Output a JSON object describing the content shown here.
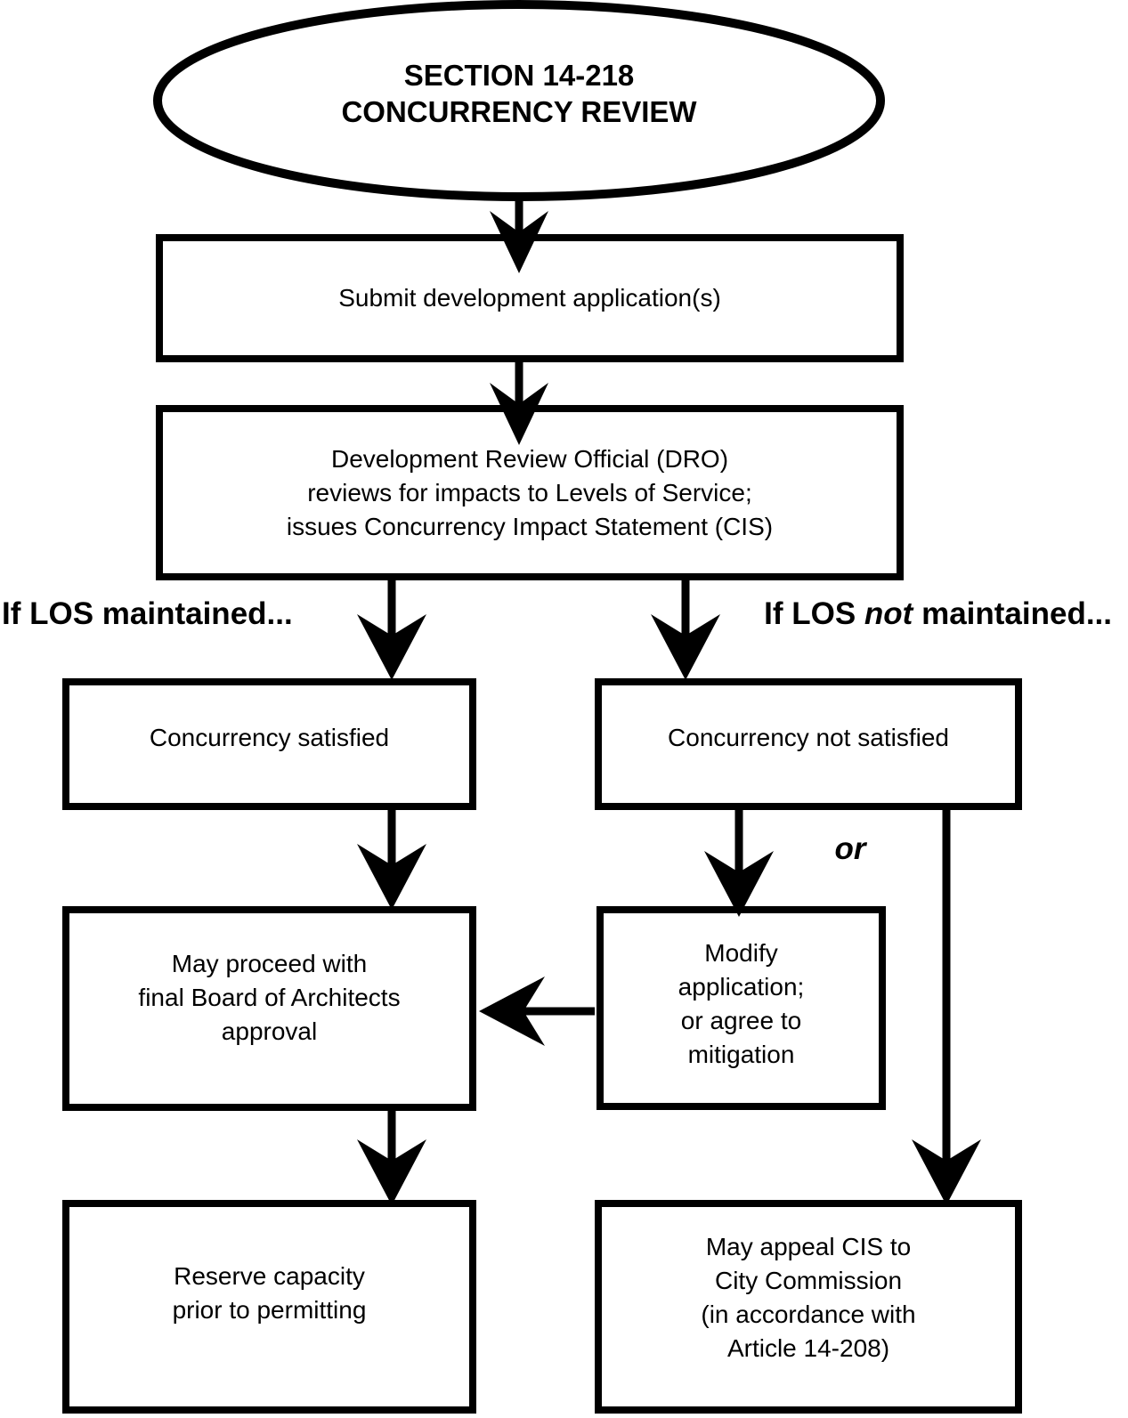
{
  "diagram": {
    "colors": {
      "stroke": "#000000",
      "background": "#ffffff"
    },
    "terminator": {
      "lines": [
        "SECTION 14-218",
        "CONCURRENCY REVIEW"
      ]
    },
    "nodes": {
      "submit": {
        "lines": [
          "Submit development application(s)"
        ]
      },
      "dro": {
        "lines": [
          "Development Review Official (DRO)",
          "reviews for impacts to Levels of Service;",
          "issues Concurrency Impact Statement (CIS)"
        ]
      },
      "satisfied": {
        "lines": [
          "Concurrency satisfied"
        ]
      },
      "not_satisfied": {
        "lines": [
          "Concurrency not satisfied"
        ]
      },
      "proceed": {
        "lines": [
          "May proceed with",
          "final Board of Architects",
          "approval"
        ]
      },
      "modify": {
        "lines": [
          "Modify",
          "application;",
          "or agree to",
          "mitigation"
        ]
      },
      "reserve": {
        "lines": [
          "Reserve capacity",
          "prior to permitting"
        ]
      },
      "appeal": {
        "lines": [
          "May appeal CIS to",
          "City Commission",
          "(in accordance with",
          "Article 14-208)"
        ]
      }
    },
    "labels": {
      "branch_left": "If LOS maintained...",
      "branch_right_prefix": "If LOS ",
      "branch_right_italic": "not",
      "branch_right_suffix": " maintained...",
      "or": "or"
    },
    "edges": [
      {
        "from": "start-terminator",
        "to": "submit"
      },
      {
        "from": "submit",
        "to": "dro"
      },
      {
        "from": "dro",
        "to": "satisfied",
        "label": "If LOS maintained..."
      },
      {
        "from": "dro",
        "to": "not_satisfied",
        "label": "If LOS not maintained..."
      },
      {
        "from": "satisfied",
        "to": "proceed"
      },
      {
        "from": "not_satisfied",
        "to": "modify"
      },
      {
        "from": "not_satisfied",
        "to": "appeal",
        "label": "or"
      },
      {
        "from": "modify",
        "to": "proceed"
      },
      {
        "from": "proceed",
        "to": "reserve"
      }
    ]
  }
}
